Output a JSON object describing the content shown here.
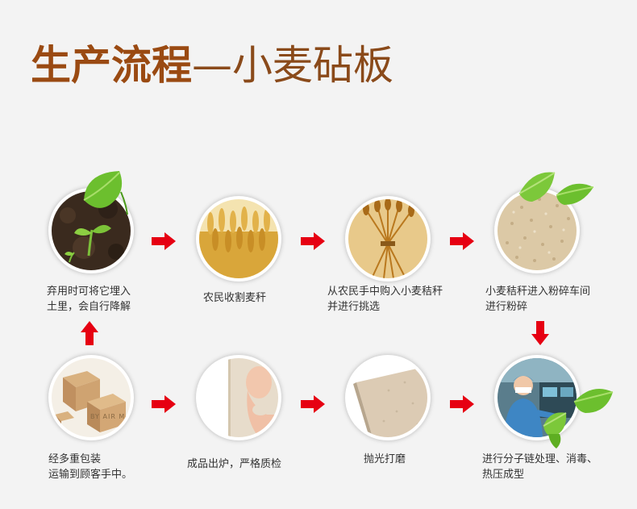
{
  "title": {
    "bold": "生产流程",
    "thin": "—小麦砧板"
  },
  "steps": [
    {
      "line1": "弃用时可将它埋入",
      "line2": "土里，会自行降解"
    },
    {
      "line1": "农民收割麦秆",
      "line2": ""
    },
    {
      "line1": "从农民手中购入小麦秸秆",
      "line2": "并进行挑选"
    },
    {
      "line1": "小麦秸秆进入粉碎车间",
      "line2": "进行粉碎"
    },
    {
      "line1": "进行分子链处理、消毒、",
      "line2": "热压成型"
    },
    {
      "line1": "抛光打磨",
      "line2": ""
    },
    {
      "line1": "成品出炉，严格质检",
      "line2": ""
    },
    {
      "line1": "经多重包装",
      "line2": "运输到顾客手中。"
    }
  ],
  "box_print": "BY AIR M",
  "colors": {
    "title": "#9a4a12",
    "arrow": "#e60012",
    "leaf": "#6cbf2e",
    "background": "#f3f3f3"
  }
}
